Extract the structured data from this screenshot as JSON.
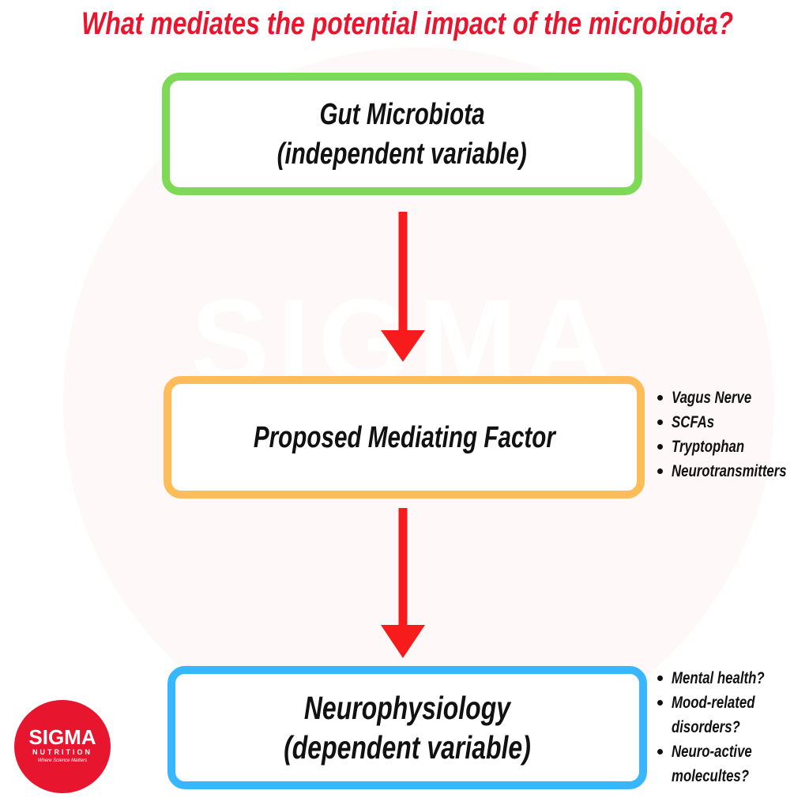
{
  "title": "What mediates the potential impact of the microbiota?",
  "boxes": [
    {
      "line1": "Gut Microbiota",
      "line2": "(independent variable)",
      "color": "#7ed957"
    },
    {
      "line1": "Proposed Mediating Factor",
      "color": "#ffbd59"
    },
    {
      "line1": "Neurophysiology",
      "line2": "(dependent variable)",
      "color": "#38b6ff"
    }
  ],
  "mediators": [
    "Vagus Nerve",
    "SCFAs",
    "Tryptophan",
    "Neurotransmitters"
  ],
  "outcomes": [
    "Mental health?",
    "Mood-related disorders?",
    "Neuro-active molecultes?"
  ],
  "arrow_color": "#f71b1b",
  "logo": {
    "name": "SIGMA",
    "sub": "NUTRITION",
    "tagline": "Where Science Matters"
  }
}
